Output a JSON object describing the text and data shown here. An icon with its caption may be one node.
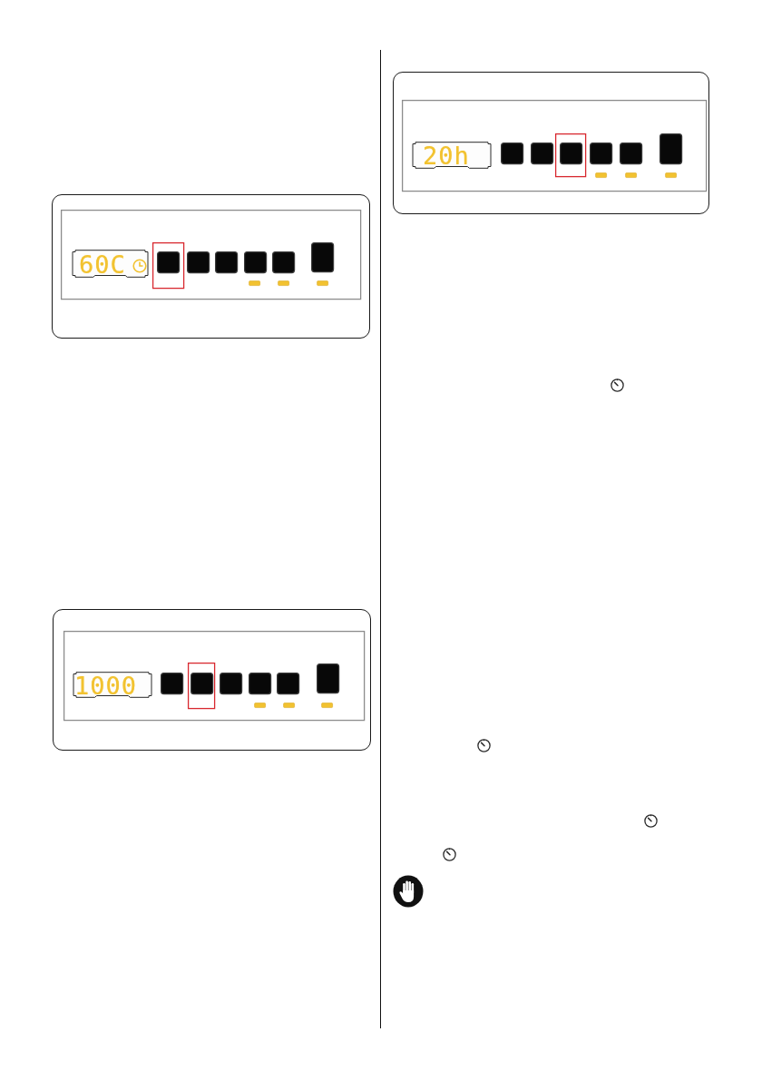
{
  "diagram": {
    "nodes": [
      {
        "text": [],
        "shape": "box"
      },
      {
        "text": [
          "60C"
        ],
        "in": 0
      },
      {
        "text": [],
        "shape": "box"
      },
      {
        "text": [
          "1000"
        ],
        "in": 2
      },
      {
        "text": [],
        "shape": "box"
      },
      {
        "text": [
          "20h"
        ],
        "in": 4
      }
    ]
  }
}
